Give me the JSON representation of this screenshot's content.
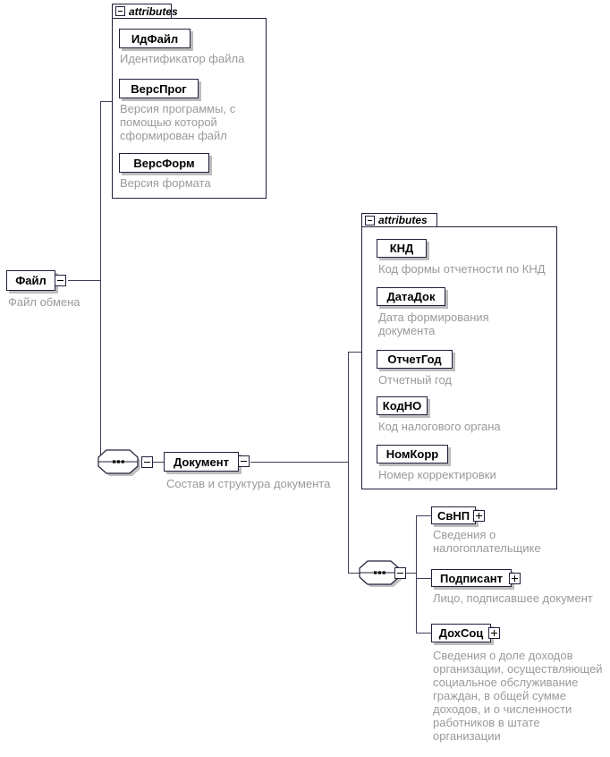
{
  "colors": {
    "box_border": "#20203a",
    "box_shadow": "#bdbdbd",
    "annotation_text": "#9a9a9a",
    "connector_line": "#3f3f5a",
    "element_text": "#000000"
  },
  "root": {
    "name": "Файл",
    "annotation": "Файл обмена"
  },
  "rootAttrs": {
    "header": "attributes",
    "items": [
      {
        "name": "ИдФайл",
        "annotation": "Идентификатор файла"
      },
      {
        "name": "ВерсПрог",
        "annotation": "Версия программы, с\nпомощью которой\nсформирован файл"
      },
      {
        "name": "ВерсФорм",
        "annotation": "Версия формата"
      }
    ]
  },
  "doc": {
    "name": "Документ",
    "annotation": "Состав и структура документа"
  },
  "docAttrs": {
    "header": "attributes",
    "items": [
      {
        "name": "КНД",
        "annotation": "Код формы отчетности по КНД"
      },
      {
        "name": "ДатаДок",
        "annotation": "Дата формирования\nдокумента"
      },
      {
        "name": "ОтчетГод",
        "annotation": "Отчетный год"
      },
      {
        "name": "КодНО",
        "annotation": "Код налогового органа"
      },
      {
        "name": "НомКорр",
        "annotation": "Номер корректировки"
      }
    ]
  },
  "children": [
    {
      "name": "СвНП",
      "annotation": "Сведения о\nналогоплательщике"
    },
    {
      "name": "Подписант",
      "annotation": "Лицо, подписавшее документ"
    },
    {
      "name": "ДохСоц",
      "annotation": "Сведения о доле доходов\nорганизации, осуществляющей\nсоциальное обслуживание\nграждан, в общей сумме\nдоходов, и о численности\nработников в штате\nорганизации"
    }
  ]
}
